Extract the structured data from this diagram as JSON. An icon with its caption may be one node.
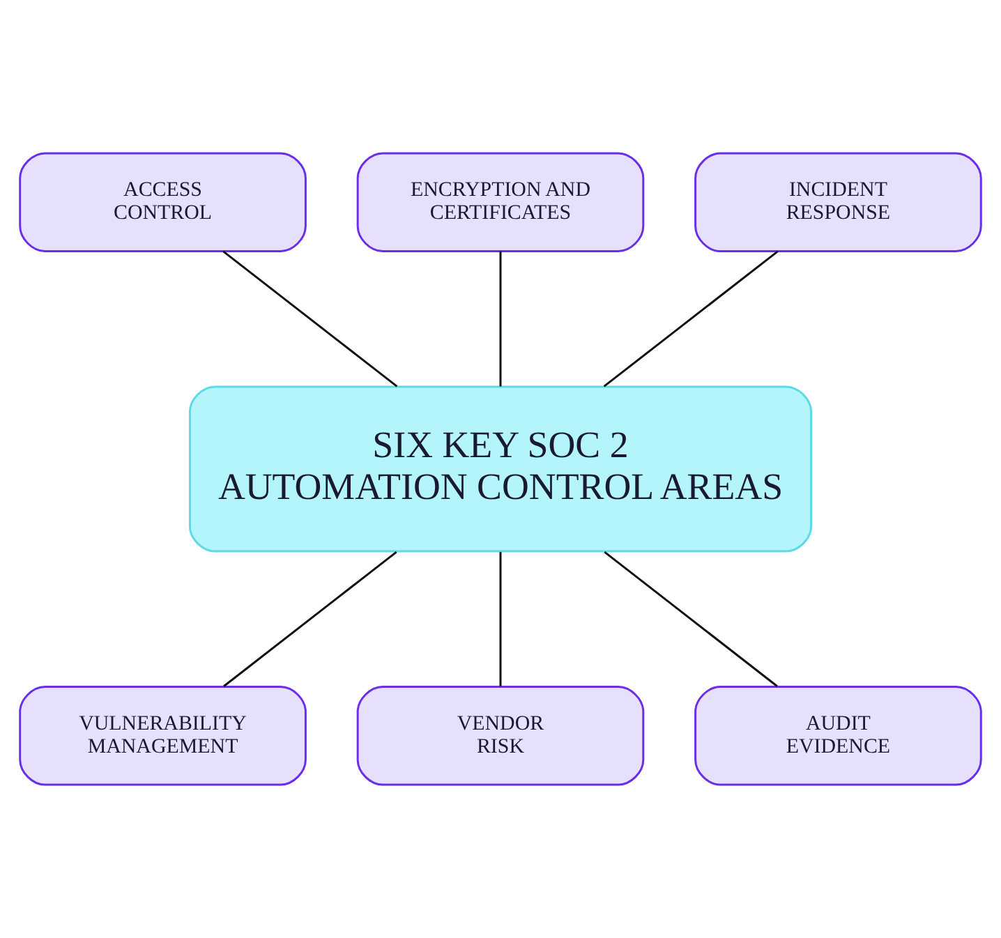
{
  "diagram": {
    "nodes": [
      {
        "text": [
          "ACCESS CONTROL"
        ]
      },
      {
        "text": [
          "ENCRYPTION AND CERTIFICATES"
        ]
      },
      {
        "text": [
          "INCIDENT RESPONSE"
        ]
      },
      {
        "text": [
          "SIX KEY SOC 2 AUTOMATION CONTROL AREAS"
        ]
      },
      {
        "text": [
          "VULNERABILITY MANAGEMENT"
        ]
      },
      {
        "text": [
          "VENDOR RISK"
        ]
      },
      {
        "text": [
          "AUDIT EVIDENCE"
        ]
      }
    ],
    "edges": [
      {
        "from": 0,
        "to": 3,
        "arrow": "none"
      },
      {
        "from": 1,
        "to": 3,
        "arrow": "none"
      },
      {
        "from": 2,
        "to": 3,
        "arrow": "none"
      },
      {
        "from": 3,
        "to": 4,
        "arrow": "none"
      },
      {
        "from": 3,
        "to": 5,
        "arrow": "none"
      },
      {
        "from": 3,
        "to": 6,
        "arrow": "none"
      }
    ]
  }
}
